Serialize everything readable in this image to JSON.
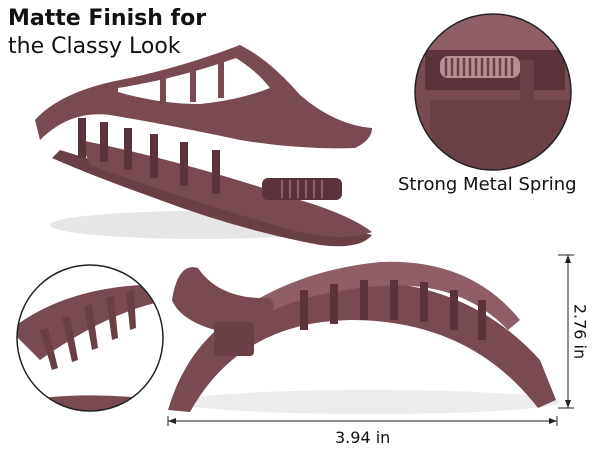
{
  "headline": {
    "line1": "Matte Finish for",
    "line2": "the Classy Look"
  },
  "callout_spring": "Strong Metal Spring",
  "dimensions": {
    "width": "3.94 in",
    "height": "2.76 in"
  },
  "colors": {
    "clip": "#7a4a52",
    "clip_dark": "#5a343a",
    "clip_light": "#8f5e66"
  }
}
